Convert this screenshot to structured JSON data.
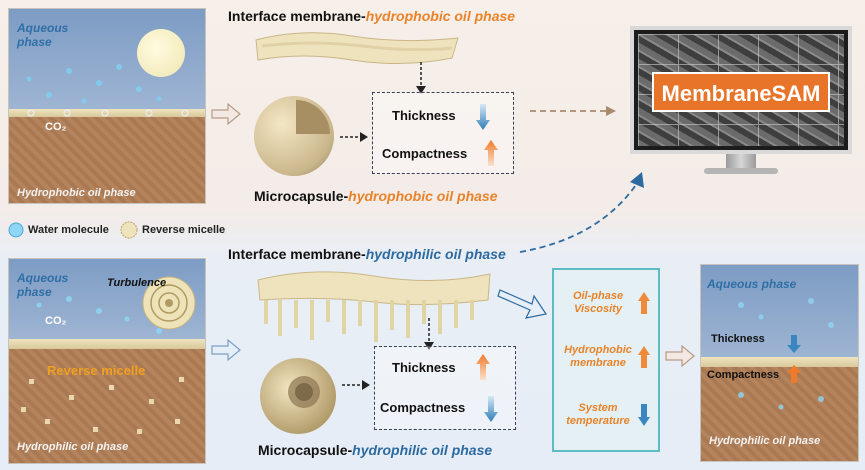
{
  "top_panel": {
    "aqueous_label": "Aqueous phase",
    "co2_label": "CO₂",
    "oil_label": "Hydrophobic oil phase"
  },
  "bottom_panel": {
    "aqueous_label": "Aqueous phase",
    "turbulence_label": "Turbulence",
    "co2_label": "CO₂",
    "reverse_micelle_label": "Reverse micelle",
    "oil_label": "Hydrophilic oil phase"
  },
  "top_flow": {
    "heading_prefix": "Interface membrane-",
    "heading_highlight": "hydrophobic oil phase",
    "micro_prefix": "Microcapsule-",
    "micro_highlight": "hydrophobic oil phase",
    "thickness": "Thickness",
    "compactness": "Compactness"
  },
  "bottom_flow": {
    "heading_prefix": "Interface membrane-",
    "heading_highlight": "hydrophilic oil phase",
    "micro_prefix": "Microcapsule-",
    "micro_highlight": "hydrophilic oil phase",
    "thickness": "Thickness",
    "compactness": "Compactness"
  },
  "legend": {
    "water": "Water molecule",
    "micelle": "Reverse micelle"
  },
  "factors": {
    "viscosity": "Oil-phase Viscosity",
    "hydrophobic": "Hydrophobic membrane",
    "temperature": "System temperature"
  },
  "monitor": {
    "title": "MembraneSAM"
  },
  "result_panel": {
    "aqueous_label": "Aqueous phase",
    "thickness": "Thickness",
    "compactness": "Compactness",
    "oil_label": "Hydrophilic oil phase"
  },
  "colors": {
    "orange": "#e8832a",
    "blue": "#2c6aa0",
    "teal": "#5cbcc4"
  }
}
